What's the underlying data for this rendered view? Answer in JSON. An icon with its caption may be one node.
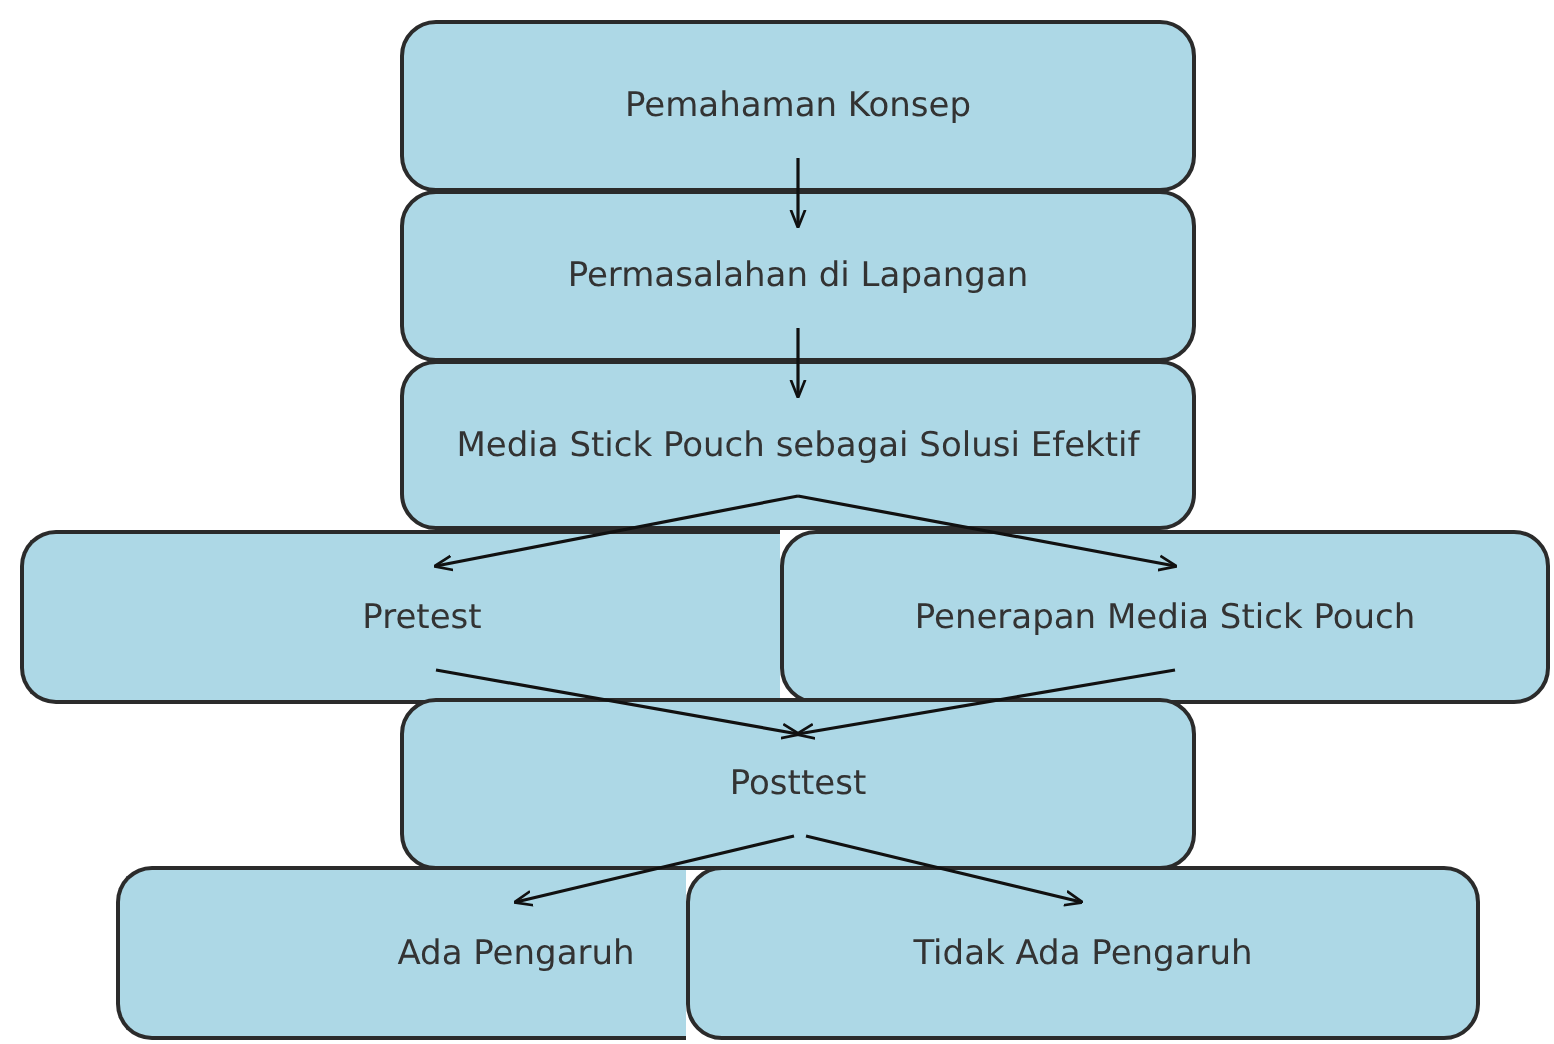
{
  "diagram": {
    "nodes": [
      {
        "text": [
          "Pemahaman Konsep"
        ]
      },
      {
        "text": [
          "Permasalahan di Lapangan"
        ]
      },
      {
        "text": [
          "Media Stick Pouch sebagai Solusi Efektif"
        ]
      },
      {
        "text": [
          "Pretest"
        ]
      },
      {
        "text": [
          "Penerapan Media Stick Pouch"
        ]
      },
      {
        "text": [
          "Posttest"
        ]
      },
      {
        "text": [
          "Ada Pengaruh"
        ]
      },
      {
        "text": [
          "Tidak Ada Pengaruh"
        ]
      }
    ],
    "edges": [
      {
        "from": 0,
        "to": 1,
        "arrow": "to"
      },
      {
        "from": 1,
        "to": 2,
        "arrow": "to"
      },
      {
        "from": 2,
        "to": 3,
        "arrow": "to"
      },
      {
        "from": 2,
        "to": 4,
        "arrow": "to"
      },
      {
        "from": 3,
        "to": 5,
        "arrow": "to"
      },
      {
        "from": 4,
        "to": 5,
        "arrow": "to"
      },
      {
        "from": 5,
        "to": 6,
        "arrow": "to"
      },
      {
        "from": 5,
        "to": 7,
        "arrow": "to"
      }
    ]
  }
}
